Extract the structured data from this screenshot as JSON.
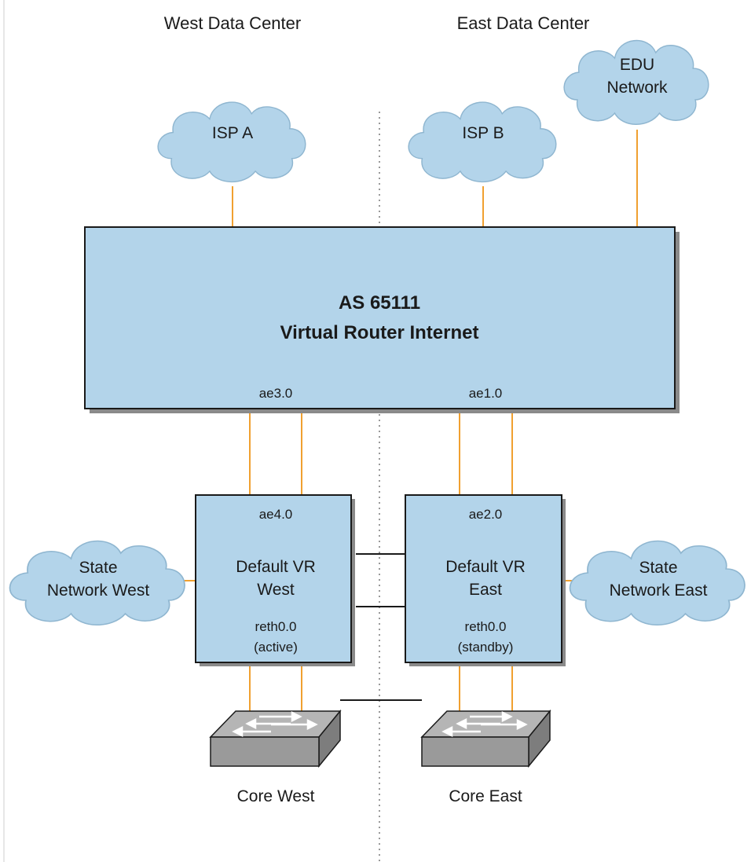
{
  "regions": {
    "west": "West Data Center",
    "east": "East Data Center"
  },
  "clouds": {
    "isp_a": "ISP A",
    "isp_b": "ISP B",
    "edu": [
      "EDU",
      "Network"
    ],
    "state_west": [
      "State",
      "Network West"
    ],
    "state_east": [
      "State",
      "Network East"
    ]
  },
  "router": {
    "as": "AS 65111",
    "name": "Virtual Router Internet",
    "iface_west": "ae3.0",
    "iface_east": "ae1.0"
  },
  "vr_west": {
    "iface": "ae4.0",
    "name": [
      "Default VR",
      "West"
    ],
    "reth": "reth0.0",
    "state": "(active)"
  },
  "vr_east": {
    "iface": "ae2.0",
    "name": [
      "Default VR",
      "East"
    ],
    "reth": "reth0.0",
    "state": "(standby)"
  },
  "switches": {
    "west": "Core West",
    "east": "Core East"
  },
  "colors": {
    "box_fill": "#b3d4ea",
    "cloud_fill": "#b3d4ea",
    "cloud_stroke": "#8fb6d0",
    "link": "#f0a030",
    "switch_top": "#b5b5b5",
    "switch_front": "#9a9a9a"
  },
  "icons": [
    "cloud-icon",
    "switch-icon"
  ]
}
